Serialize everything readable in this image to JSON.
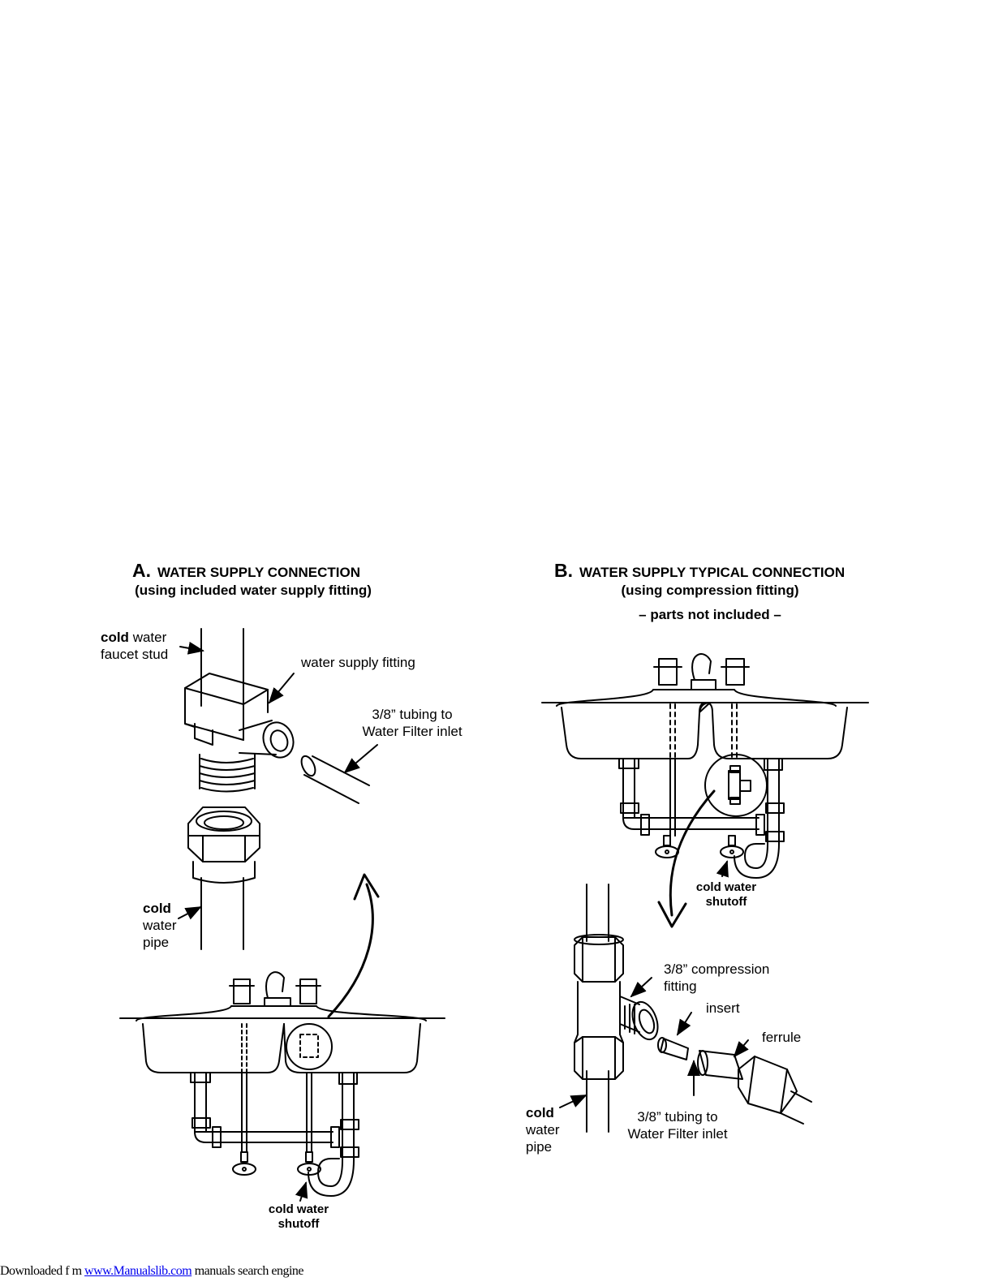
{
  "diagram_a": {
    "letter": "A.",
    "title": "WATER SUPPLY CONNECTION",
    "subtitle": "(using included water supply fitting)",
    "labels": {
      "faucet_stud_bold": "cold",
      "faucet_stud_rest1": "water",
      "faucet_stud_rest2": "faucet stud",
      "supply_fitting": "water supply fitting",
      "tubing_line1": "3/8”  tubing to",
      "tubing_line2": "Water Filter inlet",
      "pipe_bold": "cold",
      "pipe_line2": "water",
      "pipe_line3": "pipe",
      "shutoff_line1": "cold water",
      "shutoff_line2": "shutoff"
    }
  },
  "diagram_b": {
    "letter": "B.",
    "title": "WATER SUPPLY TYPICAL CONNECTION",
    "subtitle": "(using compression fitting)",
    "note": "– parts not included –",
    "labels": {
      "shutoff_line1": "cold water",
      "shutoff_line2": "shutoff",
      "compression_line1": "3/8” compression",
      "compression_line2": "fitting",
      "insert": "insert",
      "ferrule": "ferrule",
      "pipe_bold": "cold",
      "pipe_line2": "water",
      "pipe_line3": "pipe",
      "tubing_line1": "3/8”  tubing to",
      "tubing_line2": "Water Filter inlet"
    }
  },
  "footer": {
    "prefix": "Downloaded f   m",
    "link": "www.Manualslib.com",
    "suffix": " manuals search engine"
  }
}
